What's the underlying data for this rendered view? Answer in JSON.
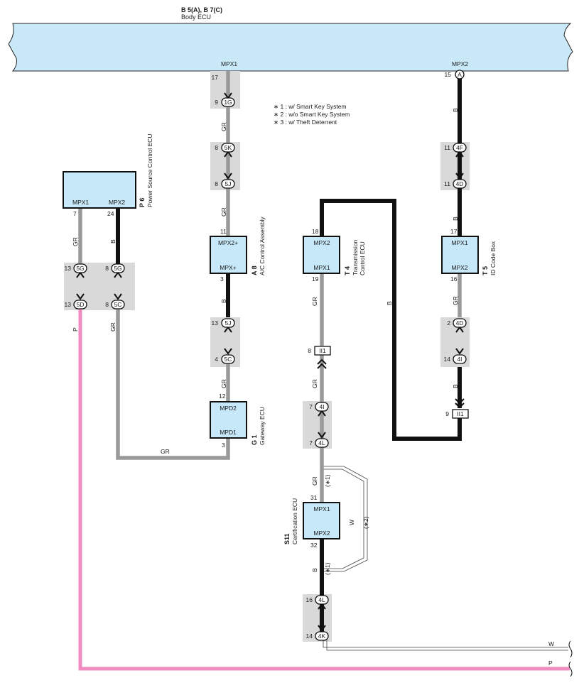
{
  "colors": {
    "gray_wire": "#9a9a9a",
    "black_wire": "#111111",
    "pink_wire": "#f08cc0",
    "component_fill": "#c7e8f8",
    "bus_fill": "#c9e9f9",
    "junction_fill": "#d9d9d9"
  },
  "body_ecu": {
    "code": "B 5(A), B 7(C)",
    "name": "Body ECU",
    "pin_mpx1": "MPX1",
    "pin_mpx2": "MPX2",
    "pin17": "17",
    "pin15": "15",
    "connector_a": "A"
  },
  "notes": [
    "∗ 1 : w/ Smart Key System",
    "∗ 2 : w/o Smart Key System",
    "∗ 3 : w/ Theft Deterrent"
  ],
  "components": {
    "p6": {
      "code": "P 6",
      "name": "Power Source Control ECU",
      "pin_left": "MPX1",
      "pin_right": "MPX2",
      "num_left": "7",
      "num_right": "24"
    },
    "a8": {
      "code": "A 8",
      "name": "A/C Control Assembly",
      "pin_top": "MPX2+",
      "pin_bottom": "MPX+",
      "num_top": "11",
      "num_bottom": "3"
    },
    "g1": {
      "code": "G 1",
      "name": "Gateway ECU",
      "pin_top": "MPD2",
      "pin_bottom": "MPD1",
      "num_top": "12",
      "num_bottom": "3"
    },
    "t4": {
      "code": "T 4",
      "name_line1": "Transmission",
      "name_line2": "Control ECU",
      "pin_top": "MPX2",
      "pin_bottom": "MPX1",
      "num_top": "18",
      "num_bottom": "19"
    },
    "t5": {
      "code": "T 5",
      "name": "ID Code Box",
      "pin_top": "MPX1",
      "pin_bottom": "MPX2",
      "num_top": "17",
      "num_bottom": "16"
    },
    "s11": {
      "code": "S11",
      "name": "Certification ECU",
      "pin_top": "MPX1",
      "pin_bottom": "MPX2",
      "num_top": "31",
      "num_bottom": "32"
    }
  },
  "junctions": {
    "j_1g": {
      "label": "1G",
      "num": "9"
    },
    "j_5k": {
      "label": "5K",
      "num": "8"
    },
    "j_5j_a": {
      "label": "5J",
      "num": "8"
    },
    "j_5j_b": {
      "label": "5J",
      "num": "13"
    },
    "j_5c_a": {
      "label": "5C",
      "num": "4"
    },
    "j_5g_a": {
      "label": "5G",
      "num": "13"
    },
    "j_5g_b": {
      "label": "5G",
      "num": "8"
    },
    "j_5d": {
      "label": "5D",
      "num": "13"
    },
    "j_5c_b": {
      "label": "5C",
      "num": "8"
    },
    "j_4f": {
      "label": "4F",
      "num": "11"
    },
    "j_4d_a": {
      "label": "4D",
      "num": "11"
    },
    "j_4d_b": {
      "label": "4D",
      "num": "2"
    },
    "j_4i_a": {
      "label": "4I",
      "num": "14"
    },
    "j_ii1_a": {
      "label": "II1",
      "num": "8"
    },
    "j_ii1_b": {
      "label": "II1",
      "num": "9"
    },
    "j_4i_b": {
      "label": "4I",
      "num": "7"
    },
    "j_4l_a": {
      "label": "4L",
      "num": "7"
    },
    "j_4l_b": {
      "label": "4L",
      "num": "16"
    },
    "j_4k": {
      "label": "4K",
      "num": "14"
    }
  },
  "wire_labels": {
    "gr": "GR",
    "b": "B",
    "p": "P",
    "w": "W",
    "note1": "(∗1)",
    "note2": "(∗2)"
  }
}
